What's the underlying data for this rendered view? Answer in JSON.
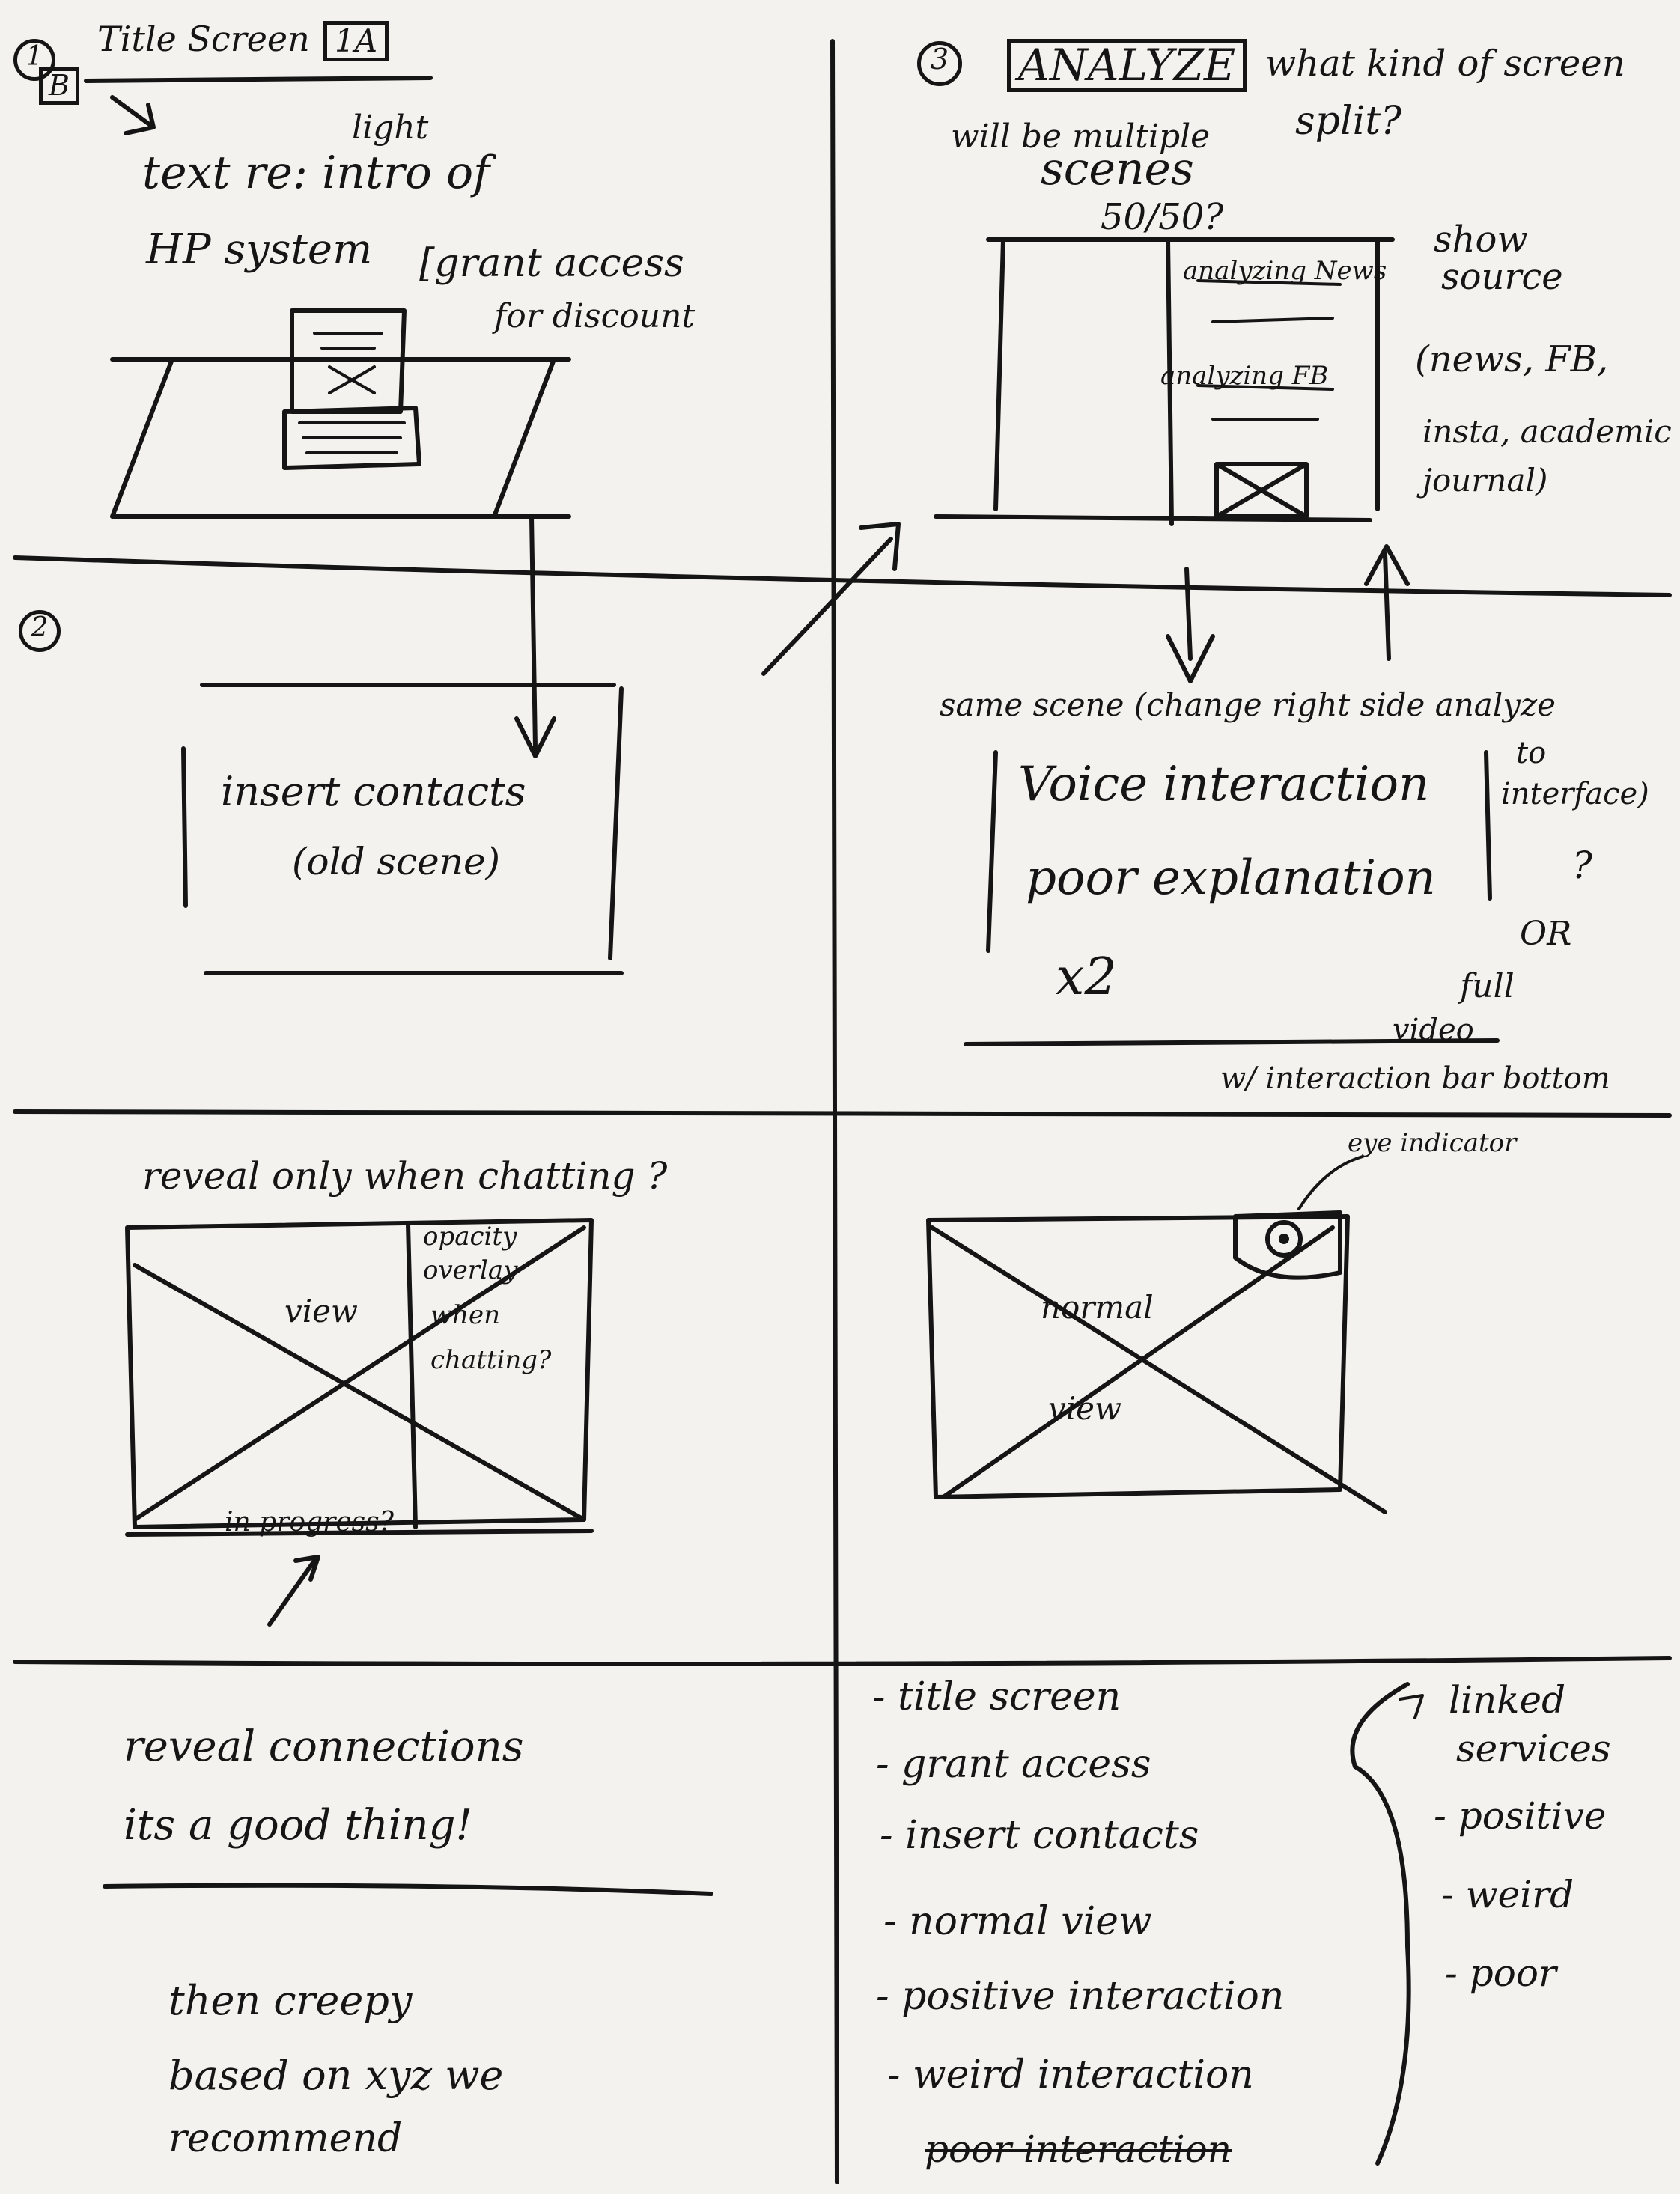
{
  "panel1": {
    "number": "1",
    "id_box": "B",
    "title": "Title Screen",
    "version_box": "1A",
    "note_light": "light",
    "text_line1": "text re: intro of",
    "text_line2": "HP system",
    "grant_access": "[grant access",
    "for_discount": "for discount"
  },
  "panel3": {
    "number": "3",
    "title_box": "ANALYZE",
    "question": "what kind of screen",
    "question2": "split?",
    "multiple": "will be multiple",
    "scenes": "scenes",
    "fifty": "50/50?",
    "analyzing_news": "analyzing News",
    "analyzing_fb": "analyzing FB",
    "show_source": "show",
    "show_source2": "source",
    "sources1": "(news, FB,",
    "sources2": "insta, academic",
    "sources3": "journal)"
  },
  "panel2": {
    "number": "2",
    "line1": "insert contacts",
    "line2": "(old scene)"
  },
  "panel4": {
    "same_scene": "same scene (change right side analyze",
    "to_interface": "to",
    "interface": "interface)",
    "voice": "Voice interaction",
    "poor": "poor explanation",
    "x2": "x2",
    "qmark": "?",
    "or": "OR",
    "full": "full",
    "video": "video",
    "bar": "w/ interaction bar bottom"
  },
  "panel5": {
    "reveal": "reveal only when chatting ?",
    "view": "view",
    "opacity1": "opacity",
    "opacity2": "overlay",
    "opacity3": "when",
    "opacity4": "chatting?",
    "progress": "in progress?"
  },
  "panel6": {
    "eye": "eye indicator",
    "normal": "normal",
    "view": "view"
  },
  "panel7": {
    "line1": "reveal connections",
    "line2": "its a good thing!",
    "line3": "then creepy",
    "line4": "based on xyz we",
    "line5": "recommend"
  },
  "panel8": {
    "list": [
      "- title screen",
      "- grant access",
      "- insert contacts",
      "- normal view",
      "- positive interaction",
      "- weird interaction"
    ],
    "struck": "poor interaction",
    "linked1": "linked",
    "linked2": "services",
    "linked_items": [
      "- positive",
      "- weird",
      "- poor"
    ]
  }
}
